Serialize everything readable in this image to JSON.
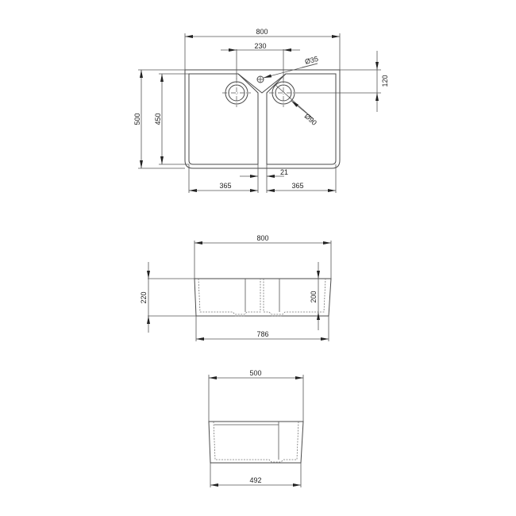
{
  "drawing": {
    "title": "Double bowl Belfast sink technical drawing",
    "units": "mm",
    "line_color": "#4a4a4a",
    "background": "#ffffff"
  },
  "top_view": {
    "overall_width": "800",
    "tap_hole_spacing": "230",
    "tap_hole_diameter": "Ø35",
    "waste_diameter": "Ø90",
    "waste_center_offset": "120",
    "overall_depth": "500",
    "bowl_depth": "450",
    "divider_width": "21",
    "left_bowl_width": "365",
    "right_bowl_width": "365"
  },
  "front_view": {
    "top_width": "800",
    "bottom_width": "786",
    "overall_height": "220",
    "bowl_height": "200"
  },
  "side_view": {
    "top_width": "500",
    "bottom_width": "492"
  }
}
